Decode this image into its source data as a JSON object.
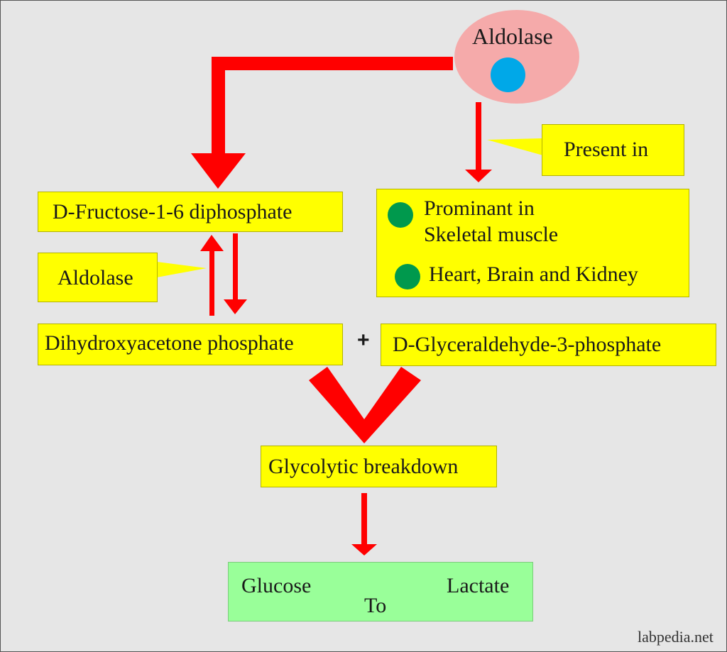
{
  "enzyme": {
    "name": "Aldolase"
  },
  "callouts": {
    "present_in": "Present in",
    "aldolase": "Aldolase"
  },
  "nodes": {
    "fructose": "D-Fructose-1-6 diphosphate",
    "dihydroxyacetone": "Dihydroxyacetone phosphate",
    "plus": "+",
    "glyceraldehyde": "D-Glyceraldehyde-3-phosphate",
    "glycolytic": "Glycolytic breakdown"
  },
  "locations": {
    "item1_line1": "Prominant in",
    "item1_line2": "Skeletal muscle",
    "item2": "Heart, Brain and Kidney"
  },
  "conversion": {
    "from": "Glucose",
    "to": "Lactate",
    "connector": "To"
  },
  "watermark": "labpedia.net",
  "colors": {
    "box_fill": "#ffff00",
    "arrow": "#ff0000",
    "enzyme_ellipse": "#f5aaaa",
    "enzyme_dot": "#00a8e8",
    "bullet": "#00994d",
    "result_fill": "#99ff99"
  }
}
